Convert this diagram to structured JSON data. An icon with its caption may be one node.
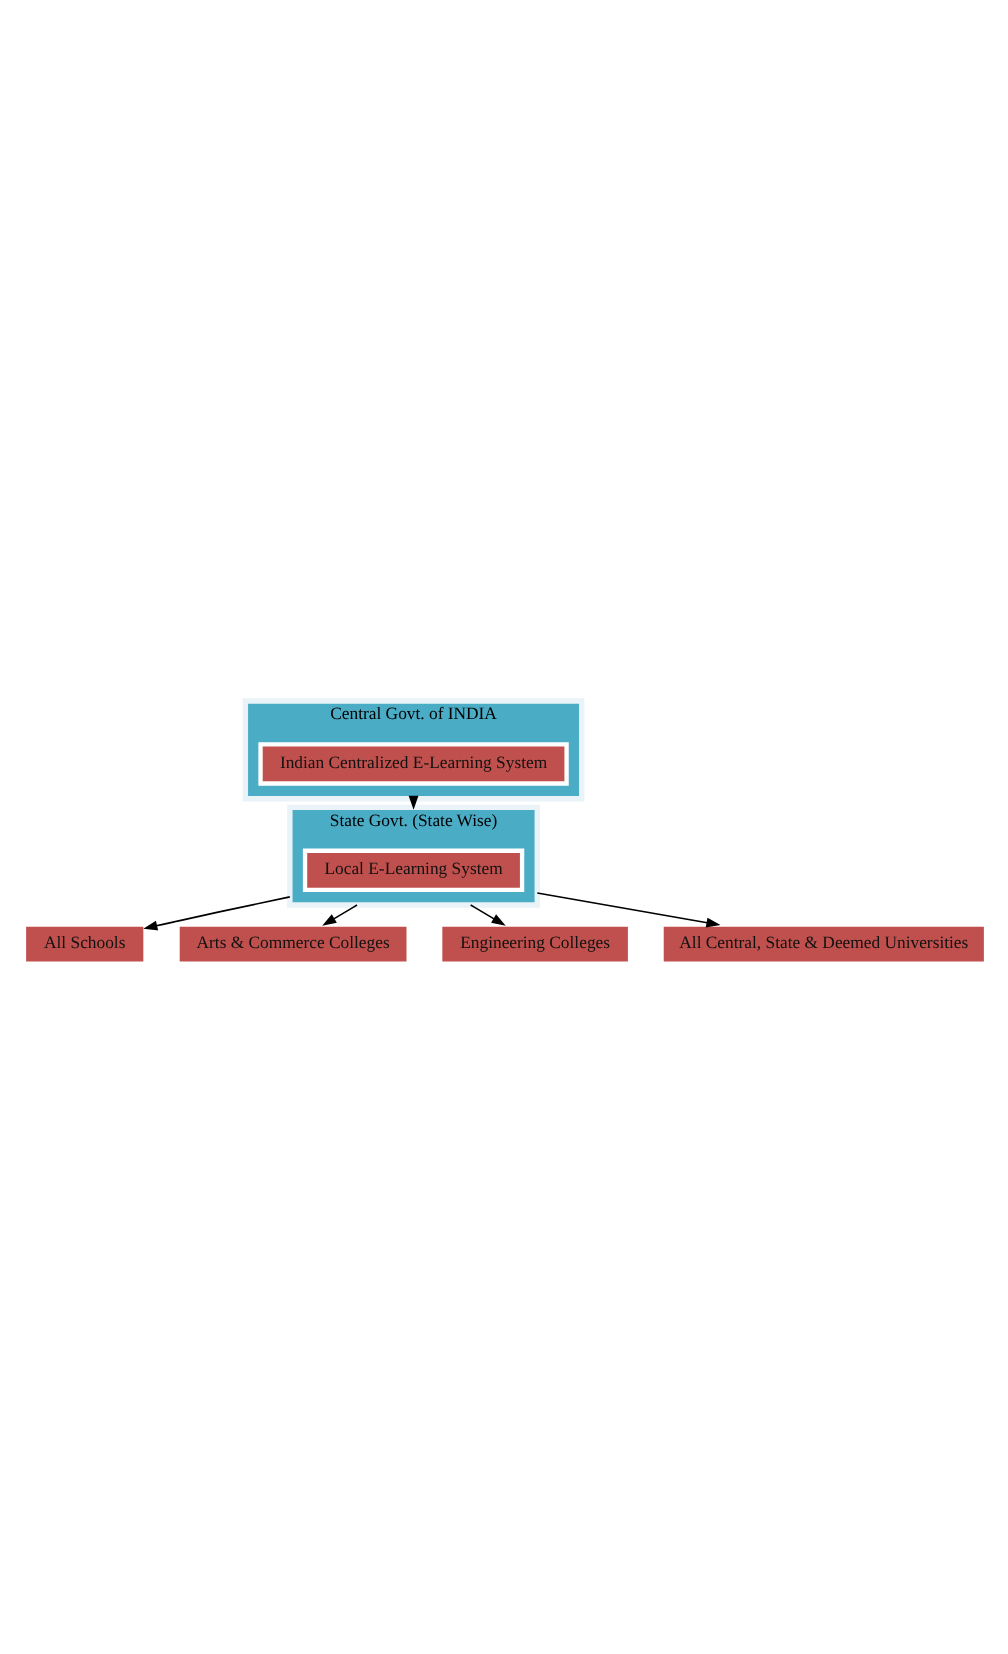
{
  "diagram": {
    "nodes": [
      {
        "text": [
          "Central Govt. of INDIA"
        ]
      },
      {
        "text": [
          "Indian Centralized E-Learning System"
        ],
        "in": 0
      },
      {
        "text": [
          "State Govt. (State Wise)"
        ]
      },
      {
        "text": [
          "Local E-Learning System"
        ],
        "in": 2
      },
      {
        "text": [
          "All Schools"
        ]
      },
      {
        "text": [
          "Arts & Commerce Colleges"
        ]
      },
      {
        "text": [
          "Engineering Colleges"
        ]
      },
      {
        "text": [
          "All Central, State & Deemed Universities"
        ]
      }
    ],
    "edges": [
      {
        "from": 0,
        "to": 2,
        "arrow": "to"
      },
      {
        "from": 2,
        "to": 4,
        "arrow": "to"
      },
      {
        "from": 2,
        "to": 5,
        "arrow": "to"
      },
      {
        "from": 2,
        "to": 6,
        "arrow": "to"
      },
      {
        "from": 2,
        "to": 7,
        "arrow": "to"
      }
    ]
  }
}
